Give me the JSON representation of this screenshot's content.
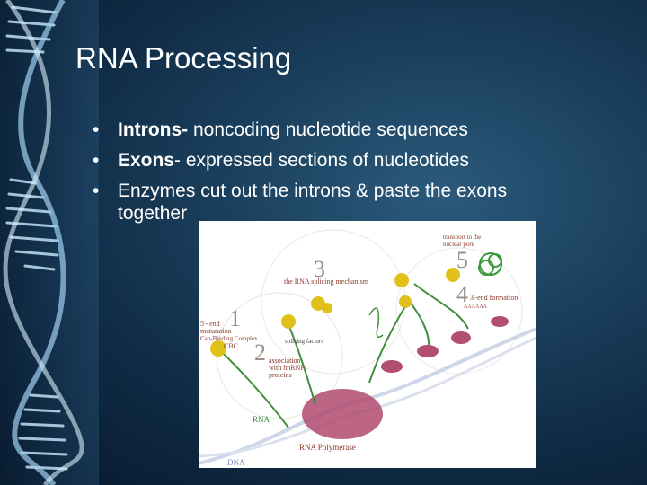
{
  "slide": {
    "title": "RNA Processing",
    "bullets": [
      {
        "term": "Introns-",
        "text": " noncoding nucleotide sequences"
      },
      {
        "term": "Exons",
        "text": "- expressed sections of nucleotides"
      },
      {
        "term": "",
        "text": "Enzymes cut out the introns & paste the exons",
        "continuation": "together"
      }
    ]
  },
  "figure": {
    "steps": [
      {
        "num": "1",
        "lines": [
          "5'- end",
          "maturation",
          "Cap-Binding Complex",
          "CBC"
        ]
      },
      {
        "num": "2",
        "lines": [
          "association",
          "with hnRNP",
          "proteins"
        ]
      },
      {
        "num": "3",
        "lines": [
          "the RNA splicing mechanism"
        ]
      },
      {
        "num": "4",
        "lines": [
          "3'-end formation"
        ]
      },
      {
        "num": "5",
        "lines": [
          "transport to the",
          "nuclear pore"
        ]
      }
    ],
    "labels": {
      "splicing": "splicing factors",
      "rna": "RNA",
      "polymerase": "RNA Polymerase",
      "dna": "DNA",
      "polya": "AAAAAA"
    }
  },
  "colors": {
    "background": "#0f2a44",
    "text": "#ffffff",
    "helix": "#cfe6f5"
  }
}
